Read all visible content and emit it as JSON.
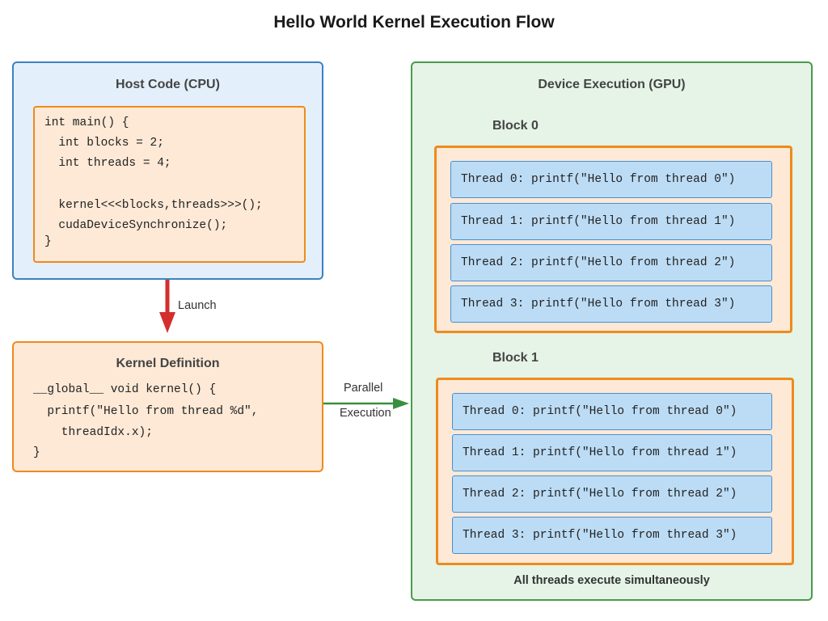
{
  "title": "Hello World Kernel Execution Flow",
  "host": {
    "title": "Host Code (CPU)",
    "code": [
      "int main() {",
      "  int blocks = 2;",
      "  int threads = 4;",
      "",
      "  kernel<<<blocks,threads>>>();",
      "  cudaDeviceSynchronize();",
      "}"
    ]
  },
  "kernel": {
    "title": "Kernel Definition",
    "code": [
      "__global__ void kernel() {",
      "  printf(\"Hello from thread %d\",",
      "    threadIdx.x);",
      "}"
    ]
  },
  "arrows": {
    "launch": "Launch",
    "parallel_1": "Parallel",
    "parallel_2": "Execution",
    "launch_color": "#d32f2f",
    "parallel_color": "#3a8f3e"
  },
  "device": {
    "title": "Device Execution (GPU)",
    "blocks": [
      {
        "label": "Block 0",
        "threads": [
          "Thread 0: printf(\"Hello from thread 0\")",
          "Thread 1: printf(\"Hello from thread 1\")",
          "Thread 2: printf(\"Hello from thread 2\")",
          "Thread 3: printf(\"Hello from thread 3\")"
        ]
      },
      {
        "label": "Block 1",
        "threads": [
          "Thread 0: printf(\"Hello from thread 0\")",
          "Thread 1: printf(\"Hello from thread 1\")",
          "Thread 2: printf(\"Hello from thread 2\")",
          "Thread 3: printf(\"Hello from thread 3\")"
        ]
      }
    ],
    "footer": "All threads execute simultaneously"
  }
}
